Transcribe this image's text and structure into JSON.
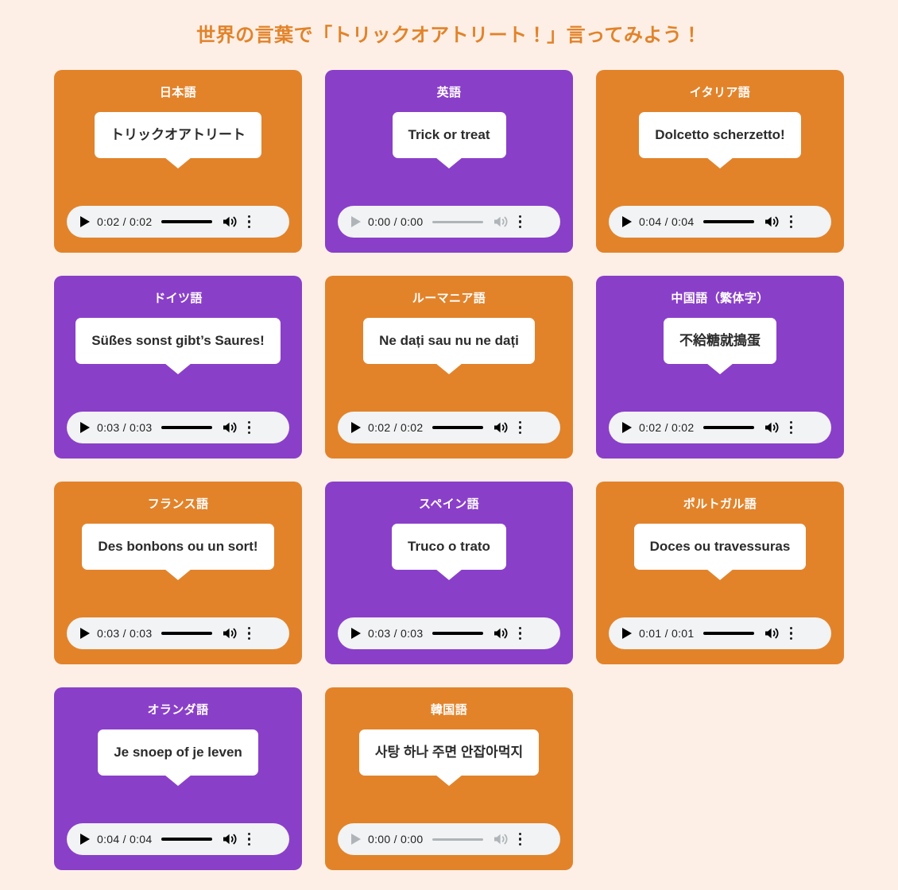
{
  "page": {
    "title": "世界の言葉で「トリックオアトリート！」言ってみよう！",
    "background_color": "#fdefe6",
    "title_color": "#e2832a"
  },
  "theme": {
    "orange": "#e2832a",
    "purple": "#8a3fc9",
    "bubble_bg": "#ffffff",
    "player_bg": "#f1f3f4",
    "control_active": "#000000",
    "control_disabled": "#b0b4b8"
  },
  "cards": [
    {
      "language_label": "日本語",
      "phrase": "トリックオアトリート",
      "color": "orange",
      "player": {
        "time_display": "0:02 / 0:02",
        "current_time": "0:02",
        "duration": "0:02",
        "state": "enabled",
        "play_icon": "play-icon",
        "volume_icon": "volume-high-icon",
        "menu_icon": "more-vertical-icon"
      }
    },
    {
      "language_label": "英語",
      "phrase": "Trick or treat",
      "color": "purple",
      "player": {
        "time_display": "0:00 / 0:00",
        "current_time": "0:00",
        "duration": "0:00",
        "state": "disabled",
        "play_icon": "play-icon",
        "volume_icon": "volume-high-icon",
        "menu_icon": "more-vertical-icon"
      }
    },
    {
      "language_label": "イタリア語",
      "phrase": "Dolcetto scherzetto!",
      "color": "orange",
      "player": {
        "time_display": "0:04 / 0:04",
        "current_time": "0:04",
        "duration": "0:04",
        "state": "enabled",
        "play_icon": "play-icon",
        "volume_icon": "volume-high-icon",
        "menu_icon": "more-vertical-icon"
      }
    },
    {
      "language_label": "ドイツ語",
      "phrase": "Süßes sonst gibt’s Saures!",
      "color": "purple",
      "player": {
        "time_display": "0:03 / 0:03",
        "current_time": "0:03",
        "duration": "0:03",
        "state": "enabled",
        "play_icon": "play-icon",
        "volume_icon": "volume-high-icon",
        "menu_icon": "more-vertical-icon"
      }
    },
    {
      "language_label": "ルーマニア語",
      "phrase": "Ne dați sau nu ne dați",
      "color": "orange",
      "player": {
        "time_display": "0:02 / 0:02",
        "current_time": "0:02",
        "duration": "0:02",
        "state": "enabled",
        "play_icon": "play-icon",
        "volume_icon": "volume-high-icon",
        "menu_icon": "more-vertical-icon"
      }
    },
    {
      "language_label": "中国語（繁体字）",
      "phrase": "不給糖就搗蛋",
      "color": "purple",
      "player": {
        "time_display": "0:02 / 0:02",
        "current_time": "0:02",
        "duration": "0:02",
        "state": "enabled",
        "play_icon": "play-icon",
        "volume_icon": "volume-high-icon",
        "menu_icon": "more-vertical-icon"
      }
    },
    {
      "language_label": "フランス語",
      "phrase": "Des bonbons ou un sort!",
      "color": "orange",
      "player": {
        "time_display": "0:03 / 0:03",
        "current_time": "0:03",
        "duration": "0:03",
        "state": "enabled",
        "play_icon": "play-icon",
        "volume_icon": "volume-high-icon",
        "menu_icon": "more-vertical-icon"
      }
    },
    {
      "language_label": "スペイン語",
      "phrase": "Truco o trato",
      "color": "purple",
      "player": {
        "time_display": "0:03 / 0:03",
        "current_time": "0:03",
        "duration": "0:03",
        "state": "enabled",
        "play_icon": "play-icon",
        "volume_icon": "volume-high-icon",
        "menu_icon": "more-vertical-icon"
      }
    },
    {
      "language_label": "ポルトガル語",
      "phrase": "Doces ou travessuras",
      "color": "orange",
      "player": {
        "time_display": "0:01 / 0:01",
        "current_time": "0:01",
        "duration": "0:01",
        "state": "enabled",
        "play_icon": "play-icon",
        "volume_icon": "volume-high-icon",
        "menu_icon": "more-vertical-icon"
      }
    },
    {
      "language_label": "オランダ語",
      "phrase": "Je snoep of je leven",
      "color": "purple",
      "player": {
        "time_display": "0:04 / 0:04",
        "current_time": "0:04",
        "duration": "0:04",
        "state": "enabled",
        "play_icon": "play-icon",
        "volume_icon": "volume-high-icon",
        "menu_icon": "more-vertical-icon"
      }
    },
    {
      "language_label": "韓国語",
      "phrase": "사탕 하나 주면 안잡아먹지",
      "color": "orange",
      "player": {
        "time_display": "0:00 / 0:00",
        "current_time": "0:00",
        "duration": "0:00",
        "state": "disabled",
        "play_icon": "play-icon",
        "volume_icon": "volume-high-icon",
        "menu_icon": "more-vertical-icon"
      }
    }
  ]
}
